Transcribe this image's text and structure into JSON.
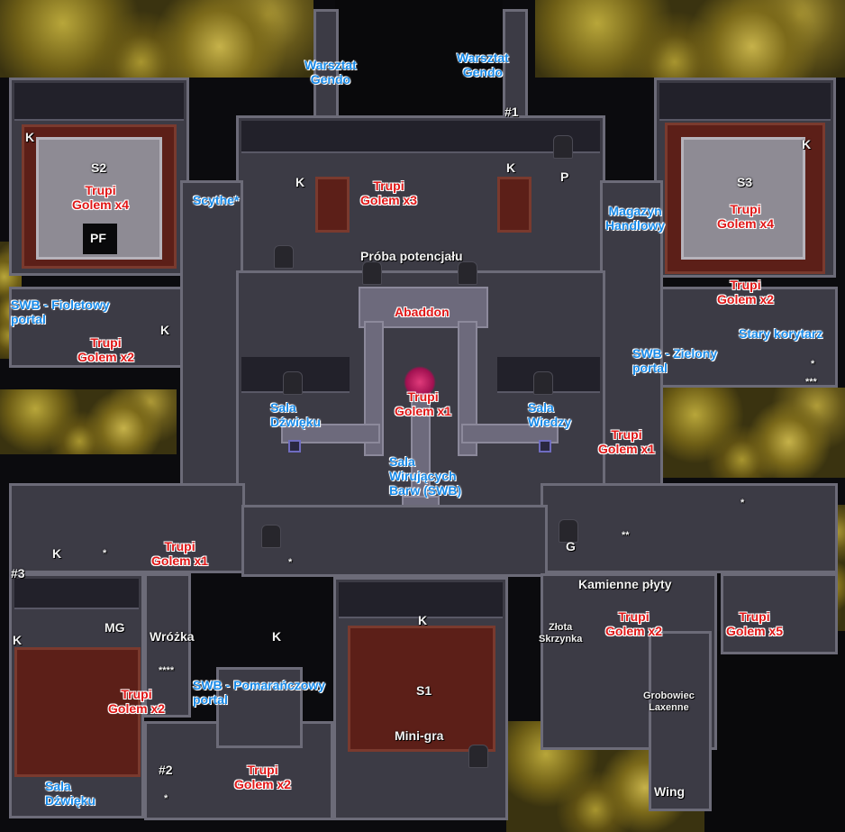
{
  "labels": {
    "warsztat_left": [
      "Warsztat",
      "Gendo"
    ],
    "warsztat_right": [
      "Warsztat",
      "Gendo"
    ],
    "hash1": "#1",
    "hash2": "#2",
    "hash3": "#3",
    "k": "K",
    "p": "P",
    "g": "G",
    "mg": "MG",
    "s1": "S1",
    "s2": "S2",
    "s3": "S3",
    "pf": "PF",
    "scythe": "Scythe*",
    "magazyn": [
      "Magazyn",
      "Handlowy"
    ],
    "proba": "Próba potencjału",
    "abaddon": "Abaddon",
    "swb_fioletowy": [
      "SWB - Fioletowy",
      "portal"
    ],
    "swb_zielony": [
      "SWB - Zielony",
      "portal"
    ],
    "swb_pomaranczowy": [
      "SWB - Pomarańczowy",
      "portal"
    ],
    "stary_korytarz": "Stary korytarz",
    "sala_dzwieku": [
      "Sala",
      "Dźwięku"
    ],
    "sala_wiedzy": [
      "Sala",
      "Wiedzy"
    ],
    "sala_wirujacych": [
      "Sala",
      "Wirujących",
      "Barw (SWB)"
    ],
    "sala_dzwieku_bottom": [
      "Sala",
      "Dźwięku"
    ],
    "kamienne": "Kamienne płyty",
    "zlota": [
      "Złota",
      "Skrzynka"
    ],
    "wrozka": "Wróżka",
    "mini_gra": "Mini-gra",
    "grobowiec": [
      "Grobowiec",
      "Laxenne"
    ],
    "wing": "Wing",
    "stars4": "****",
    "stars3": "***",
    "stars2": "**",
    "star": "*"
  },
  "enemies": {
    "trupi": "Trupi",
    "golem_x1": "Golem x1",
    "golem_x2": "Golem x2",
    "golem_x3": "Golem x3",
    "golem_x4": "Golem x4",
    "golem_x5": "Golem x5"
  },
  "colors": {
    "location_label": "#1689e8",
    "enemy_label": "#e01616",
    "marker_label": "#f2f2f2"
  }
}
